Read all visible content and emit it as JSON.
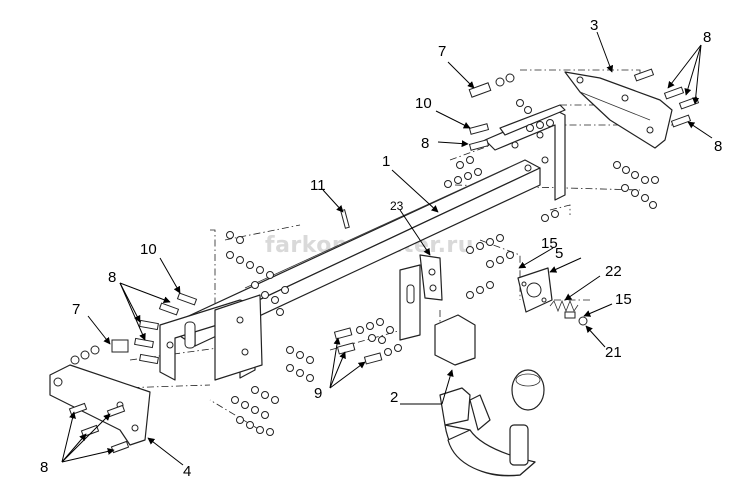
{
  "watermark": "farkop-center.ru",
  "callouts": {
    "c1": "1",
    "c2": "2",
    "c3": "3",
    "c4": "4",
    "c5": "5",
    "c7a": "7",
    "c7b": "7",
    "c8a": "8",
    "c8b": "8",
    "c8c": "8",
    "c8d": "8",
    "c8e": "8",
    "c9": "9",
    "c10a": "10",
    "c10b": "10",
    "c11": "11",
    "c15a": "15",
    "c15b": "15",
    "c21": "21",
    "c22": "22",
    "c23": "23"
  }
}
